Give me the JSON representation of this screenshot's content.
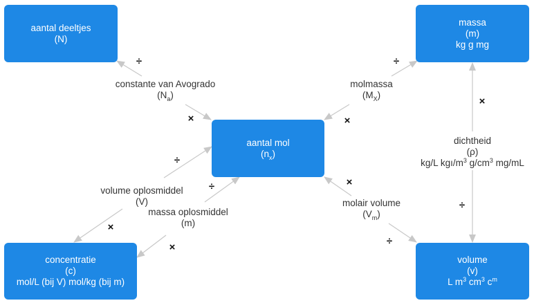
{
  "diagram": {
    "colors": {
      "node": "#1e88e5",
      "edge": "#c8c8c8",
      "label": "#333333"
    },
    "nodes": {
      "deeltjes": {
        "title": "aantal deeltjes",
        "symbol": "(N)"
      },
      "massa": {
        "title": "massa",
        "symbol": "(m)",
        "units": "kg g mg"
      },
      "mol": {
        "title": "aantal mol",
        "symbol_open": "(n",
        "symbol_sub": "x",
        "symbol_close": ")"
      },
      "concentratie": {
        "title": "concentratie",
        "symbol": "(c)",
        "units": "mol/L (bij V) mol/kg (bij m)"
      },
      "volume": {
        "title": "volume",
        "symbol": "(v)",
        "units_parts": [
          "L m",
          "3",
          " cm",
          "3",
          " c",
          "m"
        ]
      }
    },
    "edges": {
      "avogadro": {
        "name": "constante van Avogrado",
        "sym_open": "(N",
        "sym_sub": "a",
        "sym_close": ")",
        "op_to_deeltjes": "÷",
        "op_to_mol": "×"
      },
      "molmassa": {
        "name": "molmassa",
        "sym_open": "(M",
        "sym_sub": "X",
        "sym_close": ")",
        "op_to_massa": "÷",
        "op_to_mol": "×"
      },
      "dichtheid": {
        "name": "dichtheid",
        "symbol": "(ρ)",
        "units_parts": [
          "kg/L kgı/m",
          "3",
          " g/cm",
          "3",
          " mg/mL"
        ],
        "op_to_massa": "×",
        "op_to_volume": "÷"
      },
      "volume_oplosmiddel": {
        "name": "volume oplosmiddel",
        "symbol": "(V)",
        "op_to_mol": "÷",
        "op_to_concentratie": "×"
      },
      "massa_oplosmiddel": {
        "name": "massa oplosmiddel",
        "symbol": "(m)",
        "op_to_mol": "÷",
        "op_to_concentratie": "×"
      },
      "molair_volume": {
        "name": "molair volume",
        "sym_open": "(V",
        "sym_sub": "m",
        "sym_close": ")",
        "op_to_mol": "×",
        "op_to_volume": "÷"
      }
    }
  }
}
